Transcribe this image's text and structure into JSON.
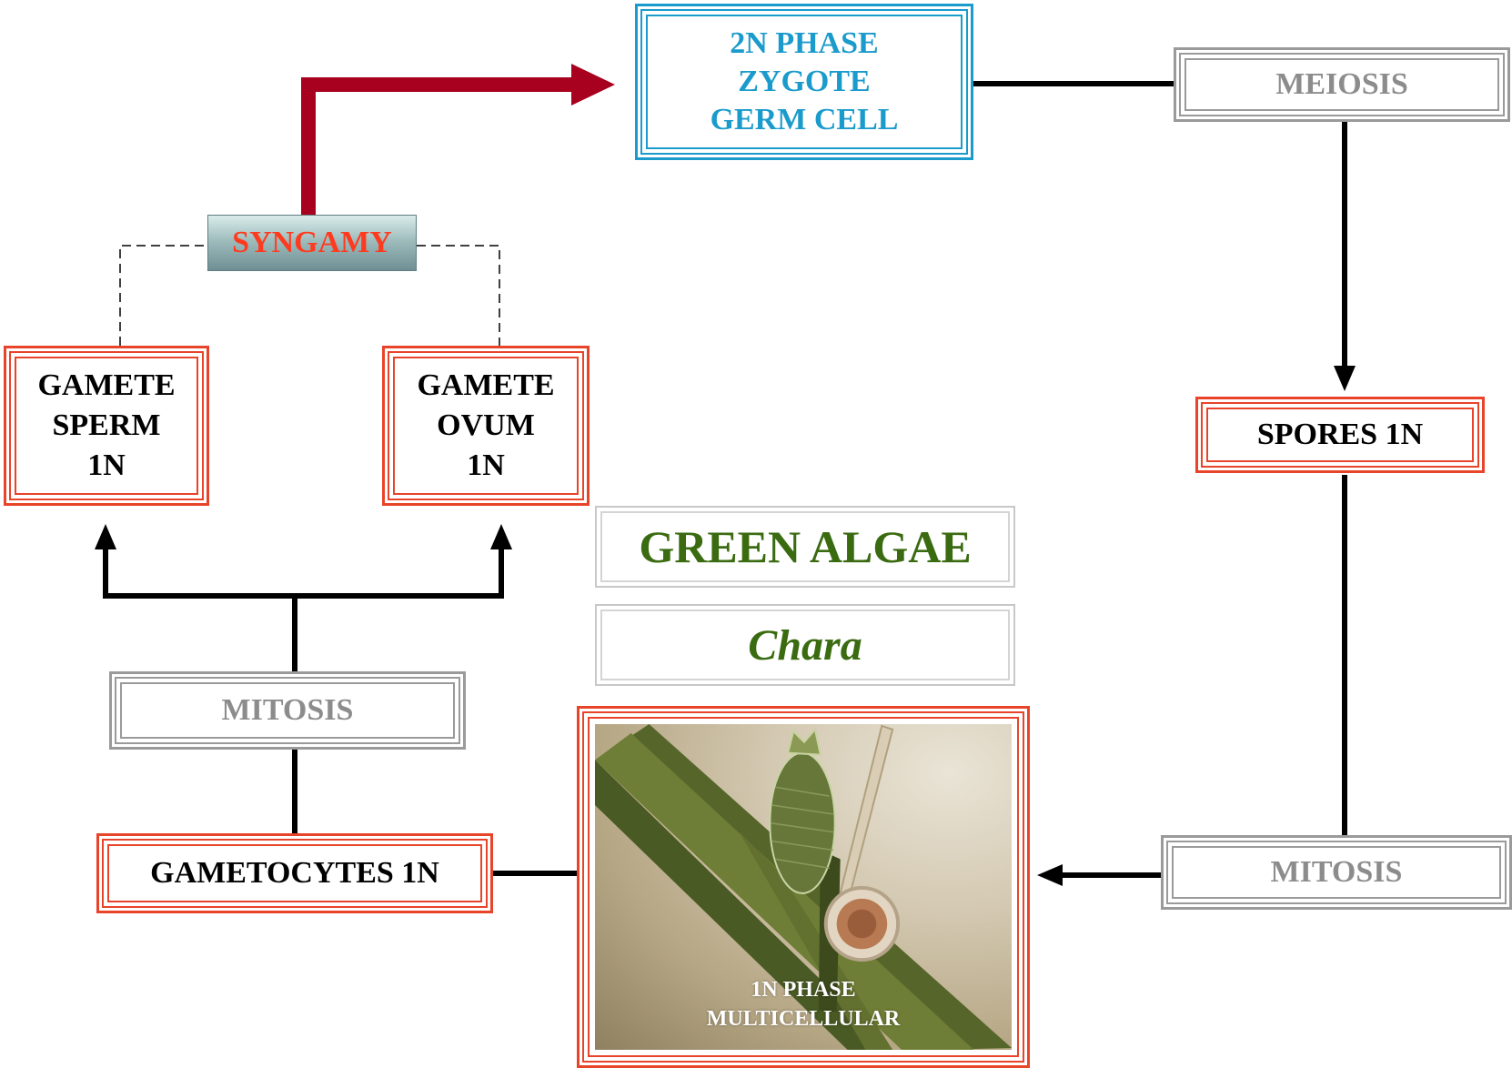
{
  "zygote_box": {
    "lines": [
      "2N PHASE",
      "ZYGOTE",
      "GERM CELL"
    ]
  },
  "meiosis_box": {
    "label": "MEIOSIS"
  },
  "spores_box": {
    "label": "SPORES 1N"
  },
  "mitosis_right_box": {
    "label": "MITOSIS"
  },
  "syngamy_box": {
    "label": "SYNGAMY"
  },
  "gamete_sperm_box": {
    "lines": [
      "GAMETE",
      "SPERM",
      "1N"
    ]
  },
  "gamete_ovum_box": {
    "lines": [
      "GAMETE",
      "OVUM",
      "1N"
    ]
  },
  "title_box": {
    "label": "GREEN ALGAE"
  },
  "genus_box": {
    "label": "Chara"
  },
  "mitosis_left_box": {
    "label": "MITOSIS"
  },
  "gametocytes_box": {
    "label": "GAMETOCYTES 1N"
  },
  "photo": {
    "caption_lines": [
      "1N PHASE",
      "MULTICELLULAR"
    ]
  },
  "colors": {
    "red_border": "#e8442a",
    "blue_border": "#1b9bcc",
    "gray_border": "#9a9a9a",
    "green_title": "#3a6b10",
    "syngamy_text": "#ff3b1f",
    "maroon_arrow": "#a8001f"
  }
}
